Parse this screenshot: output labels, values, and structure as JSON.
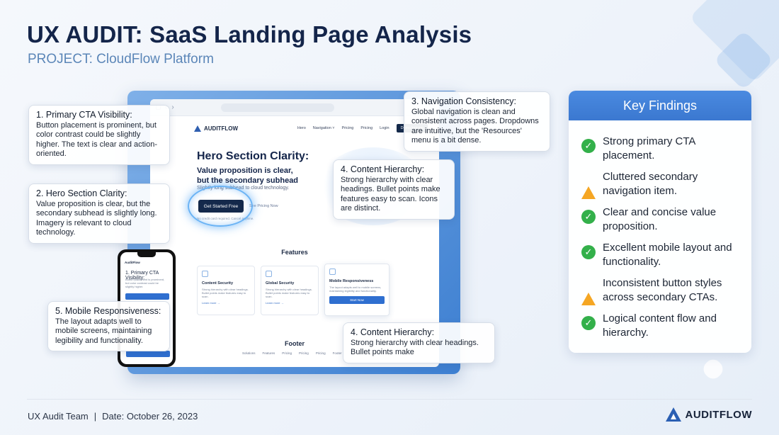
{
  "header": {
    "title": "UX AUDIT: SaaS Landing Page Analysis",
    "subtitle": "PROJECT: CloudFlow Platform"
  },
  "mockup": {
    "logo": "AUDITFLOW",
    "nav": [
      "Hero",
      "Navigation ˅",
      "Pricing",
      "Pricing",
      "Login"
    ],
    "nav_cta": "Demo/pricing",
    "hero_small_text": "Slightly long subhead to cloud technology.",
    "hero_button": "Get Started Free",
    "hero_link": "See Pricing Now",
    "hero_note": "No credit card required. Cancel anytime.",
    "hero_overlay_title": "Hero Section Clarity:",
    "hero_overlay_sub": "Value proposition is clear,\nbut the secondary subhead",
    "features_title": "Features",
    "features": [
      {
        "name": "Content Security",
        "text": "Strong hierarchy with clear headings. Bullet points make features easy to scan.",
        "link": "Learn more →"
      },
      {
        "name": "Global Security",
        "text": "Strong hierarchy with clear headings. Bullet points make features easy to scan.",
        "link": "Learn more →"
      },
      {
        "name": "Mobile Responsiveness",
        "text": "The layout adapts well to mobile screens, maintaining legibility and functionality.",
        "button": "Start Now"
      }
    ],
    "footer_title": "Footer",
    "footer_links": [
      "Solutions",
      "Features",
      "Pricing",
      "Pricing",
      "Pricing",
      "Footer"
    ]
  },
  "phone": {
    "logo": "AuditFlow",
    "heading": "1. Primary CTA Visibility:",
    "text": "Button placement is prominent, but color contrast could be slightly higher."
  },
  "callouts": {
    "cta": {
      "heading": "1. Primary CTA Visibility:",
      "body": "Button placement is prominent, but color contrast could be slightly higher. The text is clear and action-oriented."
    },
    "hero": {
      "heading": "2. Hero Section Clarity:",
      "body": "Value proposition is clear, but the secondary subhead is slightly long. Imagery is relevant to cloud technology."
    },
    "nav": {
      "heading": "3. Navigation Consistency:",
      "body": "Global navigation is clean and consistent across pages. Dropdowns are intuitive, but the 'Resources' menu is a bit dense."
    },
    "content_a": {
      "heading": "4. Content Hierarchy:",
      "body": "Strong hierarchy with clear headings. Bullet points make features easy to scan. Icons are distinct."
    },
    "content_b": {
      "heading": "4. Content Hierarchy:",
      "body": "Strong hierarchy with clear headings. Bullet points make"
    },
    "mobile": {
      "heading": "5. Mobile Responsiveness:",
      "body": "The layout adapts well to mobile screens, maintaining legibility and functionality."
    }
  },
  "findings": {
    "title": "Key Findings",
    "items": [
      {
        "status": "ok",
        "icon": "check-icon",
        "text": "Strong primary CTA placement."
      },
      {
        "status": "warn",
        "icon": "warning-icon",
        "text": "Cluttered secondary navigation item."
      },
      {
        "status": "ok",
        "icon": "check-icon",
        "text": "Clear and concise value proposition."
      },
      {
        "status": "ok",
        "icon": "check-icon",
        "text": "Excellent mobile layout and functionality."
      },
      {
        "status": "warn",
        "icon": "warning-icon",
        "text": "Inconsistent button styles across secondary CTAs."
      },
      {
        "status": "ok",
        "icon": "check-icon",
        "text": "Logical content flow and hierarchy."
      }
    ]
  },
  "footer": {
    "team": "UX Audit Team",
    "separator": "|",
    "date": "Date: October 26, 2023",
    "brand": "AUDITFLOW"
  },
  "colors": {
    "accent": "#3b78d0",
    "ok": "#33b04a",
    "warn": "#f5a623",
    "title": "#14254a",
    "subtitle": "#5b86b8"
  }
}
